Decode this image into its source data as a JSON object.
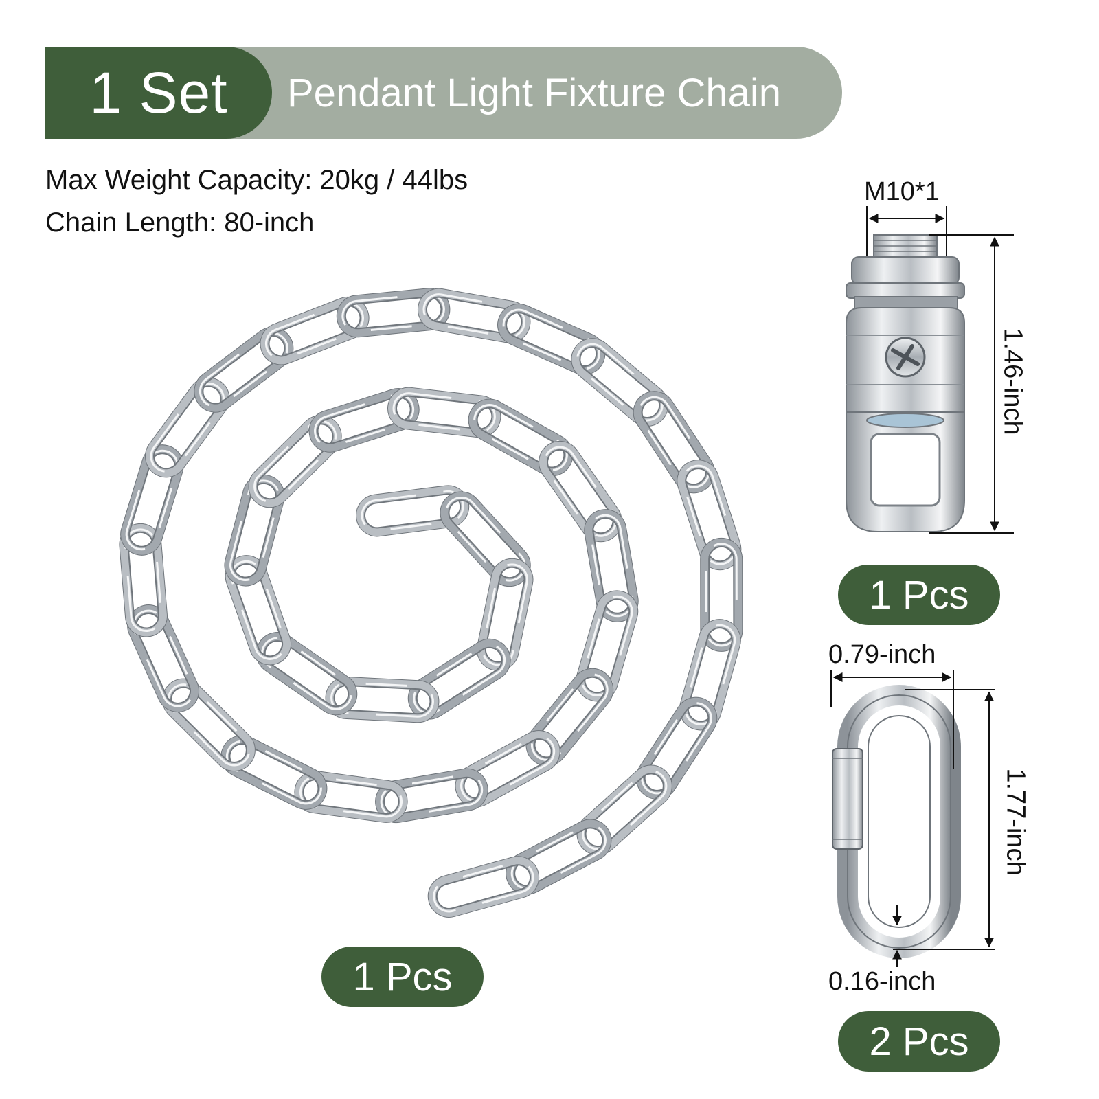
{
  "banner": {
    "badge": "1 Set",
    "title": "Pendant Light Fixture Chain"
  },
  "specs": {
    "weight": "Max Weight Capacity: 20kg / 44lbs",
    "length": "Chain Length: 80-inch"
  },
  "items": {
    "chain": {
      "quantity": "1 Pcs"
    },
    "swivel": {
      "quantity": "1 Pcs",
      "thread": "M10*1",
      "height": "1.46-inch"
    },
    "quick_link": {
      "quantity": "2 Pcs",
      "width": "0.79-inch",
      "height": "1.77-inch",
      "wire": "0.16-inch"
    }
  },
  "colors": {
    "dark_green": "#3f5e3a",
    "light_green": "#a3ada1",
    "metal": "#c4c8cc",
    "metal_dark": "#8a9096"
  },
  "icons": [
    "chain-coil-icon",
    "swivel-connector-icon",
    "quick-link-icon",
    "dimension-arrow-icon"
  ]
}
